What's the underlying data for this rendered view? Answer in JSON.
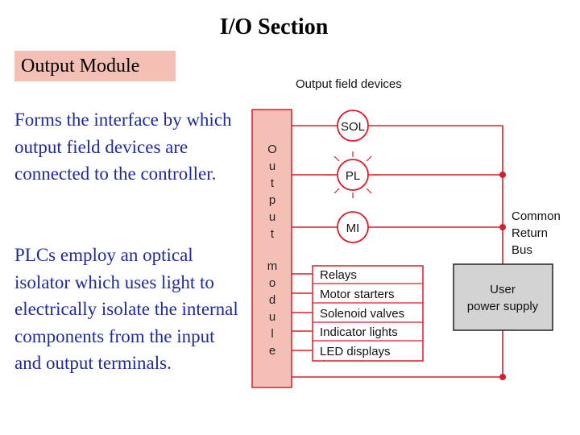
{
  "title": "I/O  Section",
  "module_label": "Output Module",
  "paragraphs": [
    "Forms the interface by which output field devices are connected to the controller.",
    "PLCs employ an optical isolator which uses light to electrically isolate the internal components from the input and output terminals."
  ],
  "diagram": {
    "field_devices_heading": "Output field devices",
    "module_letters": [
      "O",
      "u",
      "t",
      "p",
      "u",
      "t",
      "m",
      "o",
      "d",
      "u",
      "l",
      "e"
    ],
    "devices": [
      "SOL",
      "PL",
      "MI"
    ],
    "output_list": [
      "Relays",
      "Motor starters",
      "Solenoid valves",
      "Indicator lights",
      "LED displays"
    ],
    "bus_label_lines": [
      "Common",
      "Return",
      "Bus"
    ],
    "supply_label_lines": [
      "User",
      "power supply"
    ],
    "colors": {
      "module_fill": "#f4c0b5",
      "wire": "#d81e2c",
      "supply_fill": "#d3d3d3",
      "text_blue": "#1f2a9c"
    }
  }
}
